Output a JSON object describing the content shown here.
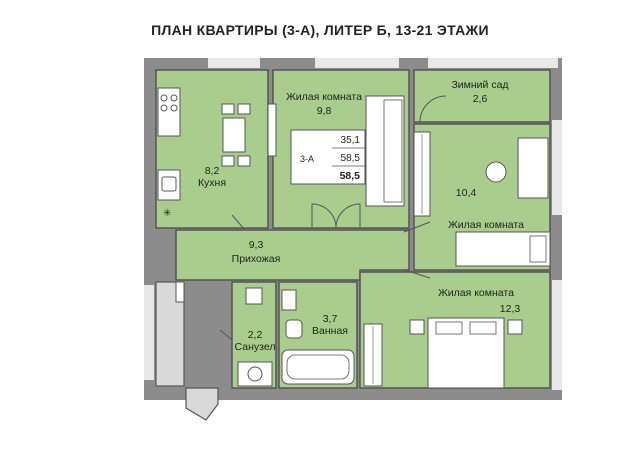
{
  "title": "ПЛАН КВАРТИРЫ (3-А), ЛИТЕР Б, 13-21 ЭТАЖИ",
  "rooms": {
    "kitchen": {
      "area": "8,2",
      "name": "Кухня"
    },
    "living1": {
      "name": "Жилая комната",
      "area": "9,8"
    },
    "winter_garden": {
      "name": "Зимний сад",
      "area": "2,6"
    },
    "living2": {
      "area": "10,4",
      "name": "Жилая комната"
    },
    "hallway": {
      "area": "9,3",
      "name": "Прихожая"
    },
    "toilet": {
      "area": "2,2",
      "name": "Санузел"
    },
    "bathroom": {
      "area": "3,7",
      "name": "Ванная"
    },
    "living3": {
      "name": "Жилая комната",
      "area": "12,3"
    }
  },
  "summary": {
    "code": "3-А",
    "living_area": "35,1",
    "total_area": "58,5",
    "total_area_bold": "58,5"
  },
  "colors": {
    "room_fill": "#a8cd8c",
    "wall": "#555555",
    "outer_band": "#8c8c8c",
    "balcony": "#d9d9d9"
  }
}
